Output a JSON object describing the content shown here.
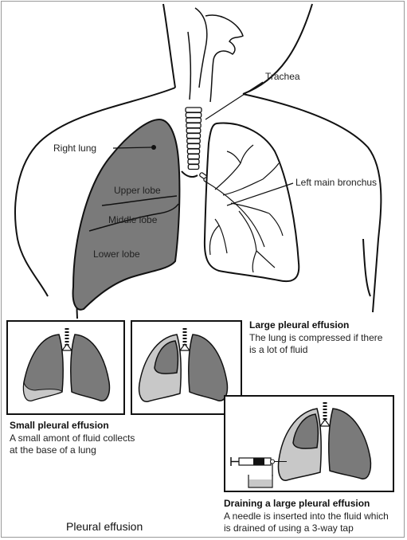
{
  "colors": {
    "lung_fill": "#7a7a7a",
    "fluid_fill": "#c8c8c8",
    "outline": "#111111",
    "background": "#ffffff"
  },
  "labels": {
    "trachea": "Trachea",
    "right_lung": "Right lung",
    "upper_lobe": "Upper lobe",
    "middle_lobe": "Middle lobe",
    "lower_lobe": "Lower lobe",
    "left_main_bronchus": "Left main bronchus"
  },
  "panels": {
    "small": {
      "title": "Small pleural effusion",
      "desc_line1": "A small amont of fluid collects",
      "desc_line2": "at the base of a lung"
    },
    "large": {
      "title": "Large pleural effusion",
      "desc_line1": "The lung is compressed if there",
      "desc_line2": "is a lot of fluid"
    },
    "draining": {
      "title": "Draining a large pleural effusion",
      "desc_line1": "A needle is inserted into the fluid which",
      "desc_line2": "is drained of using a 3-way tap"
    }
  },
  "main_title": "Pleural effusion"
}
